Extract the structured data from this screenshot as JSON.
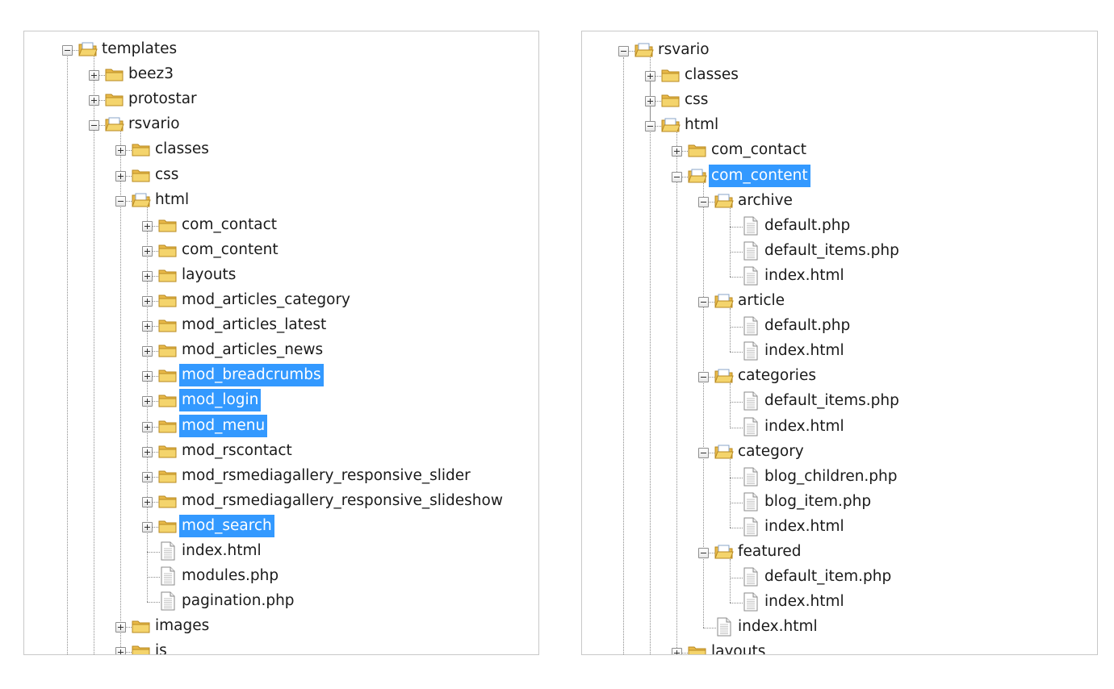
{
  "panels": [
    {
      "id": "left",
      "nodes": [
        {
          "label": "templates",
          "type": "folder",
          "depth": 0,
          "state": "expanded",
          "selected": false
        },
        {
          "label": "beez3",
          "type": "folder",
          "depth": 1,
          "state": "collapsed",
          "selected": false
        },
        {
          "label": "protostar",
          "type": "folder",
          "depth": 1,
          "state": "collapsed",
          "selected": false
        },
        {
          "label": "rsvario",
          "type": "folder",
          "depth": 1,
          "state": "expanded",
          "selected": false
        },
        {
          "label": "classes",
          "type": "folder",
          "depth": 2,
          "state": "collapsed",
          "selected": false
        },
        {
          "label": "css",
          "type": "folder",
          "depth": 2,
          "state": "collapsed",
          "selected": false
        },
        {
          "label": "html",
          "type": "folder",
          "depth": 2,
          "state": "expanded",
          "selected": false
        },
        {
          "label": "com_contact",
          "type": "folder",
          "depth": 3,
          "state": "collapsed",
          "selected": false
        },
        {
          "label": "com_content",
          "type": "folder",
          "depth": 3,
          "state": "collapsed",
          "selected": false
        },
        {
          "label": "layouts",
          "type": "folder",
          "depth": 3,
          "state": "collapsed",
          "selected": false
        },
        {
          "label": "mod_articles_category",
          "type": "folder",
          "depth": 3,
          "state": "collapsed",
          "selected": false
        },
        {
          "label": "mod_articles_latest",
          "type": "folder",
          "depth": 3,
          "state": "collapsed",
          "selected": false
        },
        {
          "label": "mod_articles_news",
          "type": "folder",
          "depth": 3,
          "state": "collapsed",
          "selected": false
        },
        {
          "label": "mod_breadcrumbs",
          "type": "folder",
          "depth": 3,
          "state": "collapsed",
          "selected": true
        },
        {
          "label": "mod_login",
          "type": "folder",
          "depth": 3,
          "state": "collapsed",
          "selected": true
        },
        {
          "label": "mod_menu",
          "type": "folder",
          "depth": 3,
          "state": "collapsed",
          "selected": true
        },
        {
          "label": "mod_rscontact",
          "type": "folder",
          "depth": 3,
          "state": "collapsed",
          "selected": false
        },
        {
          "label": "mod_rsmediagallery_responsive_slider",
          "type": "folder",
          "depth": 3,
          "state": "collapsed",
          "selected": false
        },
        {
          "label": "mod_rsmediagallery_responsive_slideshow",
          "type": "folder",
          "depth": 3,
          "state": "collapsed",
          "selected": false
        },
        {
          "label": "mod_search",
          "type": "folder",
          "depth": 3,
          "state": "collapsed",
          "selected": true
        },
        {
          "label": "index.html",
          "type": "file",
          "depth": 3,
          "state": "leaf",
          "selected": false
        },
        {
          "label": "modules.php",
          "type": "file",
          "depth": 3,
          "state": "leaf",
          "selected": false
        },
        {
          "label": "pagination.php",
          "type": "file",
          "depth": 3,
          "state": "leaf",
          "selected": false
        },
        {
          "label": "images",
          "type": "folder",
          "depth": 2,
          "state": "collapsed",
          "selected": false
        },
        {
          "label": "js",
          "type": "folder",
          "depth": 2,
          "state": "collapsed",
          "selected": false
        }
      ]
    },
    {
      "id": "right",
      "nodes": [
        {
          "label": "rsvario",
          "type": "folder",
          "depth": 0,
          "state": "expanded",
          "selected": false
        },
        {
          "label": "classes",
          "type": "folder",
          "depth": 1,
          "state": "collapsed",
          "selected": false
        },
        {
          "label": "css",
          "type": "folder",
          "depth": 1,
          "state": "collapsed",
          "selected": false
        },
        {
          "label": "html",
          "type": "folder",
          "depth": 1,
          "state": "expanded",
          "selected": false
        },
        {
          "label": "com_contact",
          "type": "folder",
          "depth": 2,
          "state": "collapsed",
          "selected": false
        },
        {
          "label": "com_content",
          "type": "folder",
          "depth": 2,
          "state": "expanded",
          "selected": true
        },
        {
          "label": "archive",
          "type": "folder",
          "depth": 3,
          "state": "expanded",
          "selected": false
        },
        {
          "label": "default.php",
          "type": "file",
          "depth": 4,
          "state": "leaf",
          "selected": false
        },
        {
          "label": "default_items.php",
          "type": "file",
          "depth": 4,
          "state": "leaf",
          "selected": false
        },
        {
          "label": "index.html",
          "type": "file",
          "depth": 4,
          "state": "leaf",
          "selected": false
        },
        {
          "label": "article",
          "type": "folder",
          "depth": 3,
          "state": "expanded",
          "selected": false
        },
        {
          "label": "default.php",
          "type": "file",
          "depth": 4,
          "state": "leaf",
          "selected": false
        },
        {
          "label": "index.html",
          "type": "file",
          "depth": 4,
          "state": "leaf",
          "selected": false
        },
        {
          "label": "categories",
          "type": "folder",
          "depth": 3,
          "state": "expanded",
          "selected": false
        },
        {
          "label": "default_items.php",
          "type": "file",
          "depth": 4,
          "state": "leaf",
          "selected": false
        },
        {
          "label": "index.html",
          "type": "file",
          "depth": 4,
          "state": "leaf",
          "selected": false
        },
        {
          "label": "category",
          "type": "folder",
          "depth": 3,
          "state": "expanded",
          "selected": false
        },
        {
          "label": "blog_children.php",
          "type": "file",
          "depth": 4,
          "state": "leaf",
          "selected": false
        },
        {
          "label": "blog_item.php",
          "type": "file",
          "depth": 4,
          "state": "leaf",
          "selected": false
        },
        {
          "label": "index.html",
          "type": "file",
          "depth": 4,
          "state": "leaf",
          "selected": false
        },
        {
          "label": "featured",
          "type": "folder",
          "depth": 3,
          "state": "expanded",
          "selected": false
        },
        {
          "label": "default_item.php",
          "type": "file",
          "depth": 4,
          "state": "leaf",
          "selected": false
        },
        {
          "label": "index.html",
          "type": "file",
          "depth": 4,
          "state": "leaf",
          "selected": false
        },
        {
          "label": "index.html",
          "type": "file",
          "depth": 3,
          "state": "leaf",
          "selected": false
        },
        {
          "label": "layouts",
          "type": "folder",
          "depth": 2,
          "state": "collapsed",
          "selected": false
        }
      ]
    }
  ],
  "colors": {
    "selection": "#3399ff",
    "selection_text": "#ffffff",
    "folder": "#f4d46c",
    "tree_line": "#8c8c8c"
  }
}
